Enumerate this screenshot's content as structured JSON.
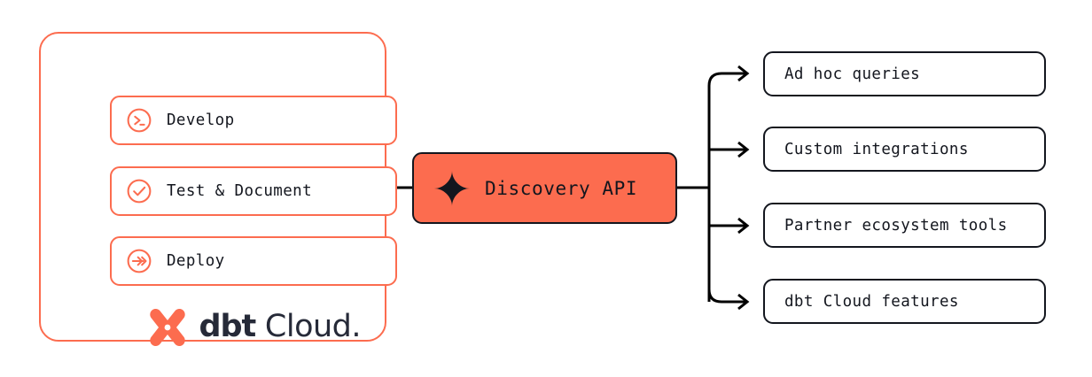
{
  "diagram": {
    "title": "dbt Cloud Discovery API flow",
    "colors": {
      "brand_orange": "#FC6C4F",
      "ink": "#13161E",
      "logo_navy": "#262A38",
      "background": "#FFFFFF"
    }
  },
  "source_panel": {
    "name": "dbt Cloud",
    "logo_text_bold": "dbt",
    "logo_text_light": " Cloud",
    "logo_text_dot": ".",
    "stages": [
      {
        "label": "Develop",
        "icon": "terminal-prompt-icon"
      },
      {
        "label": "Test & Document",
        "icon": "check-circle-icon"
      },
      {
        "label": "Deploy",
        "icon": "double-chevron-arrow-icon"
      }
    ]
  },
  "api_node": {
    "label": "Discovery API",
    "icon": "sparkle-star-icon"
  },
  "consumers": [
    {
      "label": "Ad hoc queries"
    },
    {
      "label": "Custom integrations"
    },
    {
      "label": "Partner ecosystem tools"
    },
    {
      "label": "dbt Cloud features"
    }
  ]
}
